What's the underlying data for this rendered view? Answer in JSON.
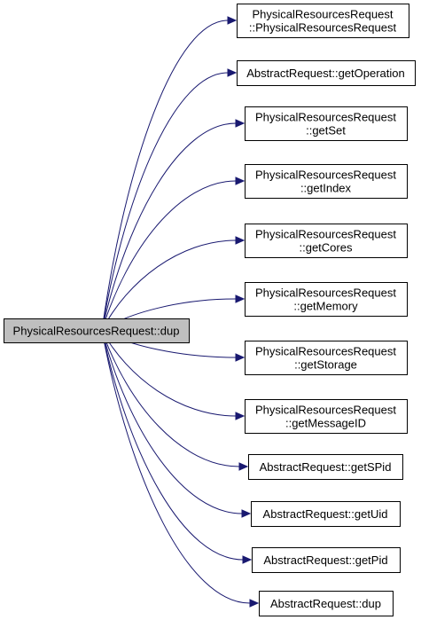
{
  "diagram": {
    "source": {
      "label": "PhysicalResourcesRequest::dup",
      "fill": "#bfbfbf"
    },
    "targets": [
      {
        "id": "ctor",
        "lines": [
          "PhysicalResourcesRequest",
          "::PhysicalResourcesRequest"
        ]
      },
      {
        "id": "getOperation",
        "lines": [
          "AbstractRequest::getOperation"
        ]
      },
      {
        "id": "getSet",
        "lines": [
          "PhysicalResourcesRequest",
          "::getSet"
        ]
      },
      {
        "id": "getIndex",
        "lines": [
          "PhysicalResourcesRequest",
          "::getIndex"
        ]
      },
      {
        "id": "getCores",
        "lines": [
          "PhysicalResourcesRequest",
          "::getCores"
        ]
      },
      {
        "id": "getMemory",
        "lines": [
          "PhysicalResourcesRequest",
          "::getMemory"
        ]
      },
      {
        "id": "getStorage",
        "lines": [
          "PhysicalResourcesRequest",
          "::getStorage"
        ]
      },
      {
        "id": "getMessageID",
        "lines": [
          "PhysicalResourcesRequest",
          "::getMessageID"
        ]
      },
      {
        "id": "getSPid",
        "lines": [
          "AbstractRequest::getSPid"
        ]
      },
      {
        "id": "getUid",
        "lines": [
          "AbstractRequest::getUid"
        ]
      },
      {
        "id": "getPid",
        "lines": [
          "AbstractRequest::getPid"
        ]
      },
      {
        "id": "dup",
        "lines": [
          "AbstractRequest::dup"
        ]
      }
    ],
    "edge_color": "#191970",
    "node_fill": "#ffffff",
    "node_border": "#000000"
  }
}
